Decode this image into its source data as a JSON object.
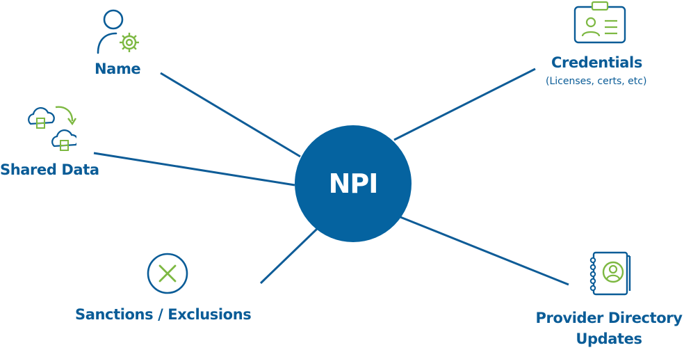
{
  "hub": {
    "label": "NPI"
  },
  "nodes": {
    "name": {
      "label": "Name",
      "icon": "user-gear-icon"
    },
    "shared_data": {
      "label": "Shared Data",
      "icon": "cloud-sync-icon"
    },
    "sanctions": {
      "label": "Sanctions / Exclusions",
      "icon": "x-circle-icon"
    },
    "credentials": {
      "label": "Credentials",
      "sublabel": "(Licenses, certs, etc)",
      "icon": "id-badge-icon"
    },
    "provider_directory": {
      "label_line1": "Provider Directory",
      "label_line2": "Updates",
      "icon": "address-book-icon"
    }
  },
  "colors": {
    "primary": "#0563A0",
    "accent": "#7DB842",
    "text": "#0A5C97"
  }
}
